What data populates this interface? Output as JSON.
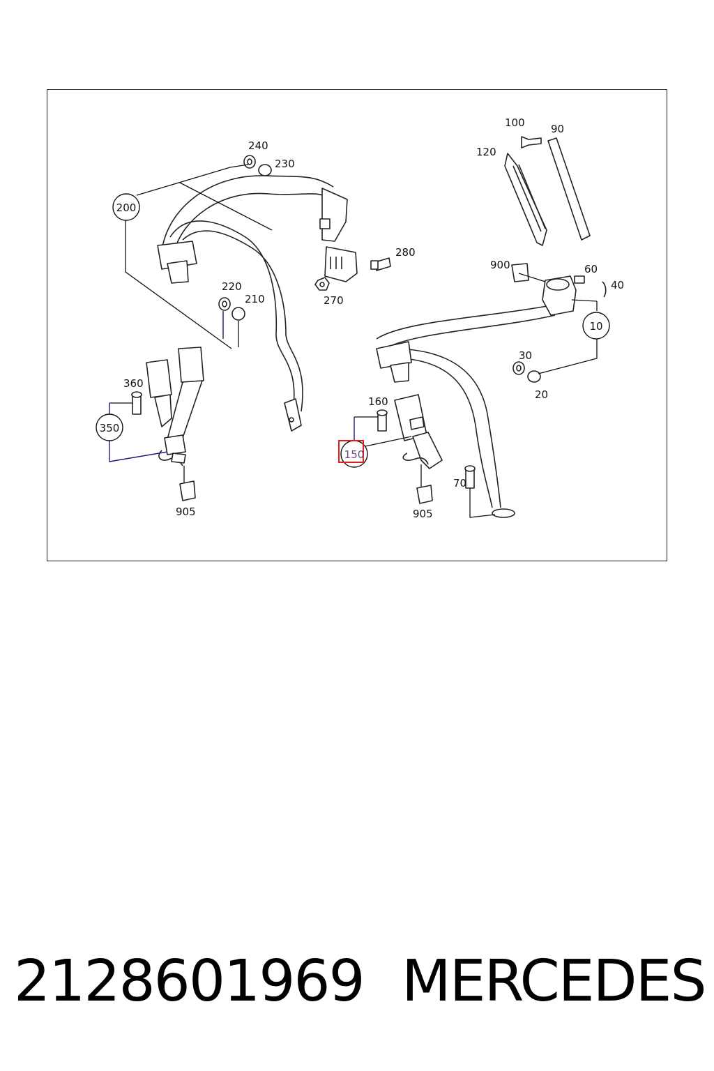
{
  "callouts": {
    "c240": "240",
    "c230": "230",
    "c200": "200",
    "c280": "280",
    "c270": "270",
    "c220": "220",
    "c210": "210",
    "c360": "360",
    "c350": "350",
    "c905a": "905",
    "c160": "160",
    "c150": "150",
    "c905b": "905",
    "c70": "70",
    "c100": "100",
    "c90": "90",
    "c120": "120",
    "c900": "900",
    "c60": "60",
    "c40": "40",
    "c10": "10",
    "c30": "30",
    "c20": "20"
  },
  "highlight": {
    "callout": "150",
    "color": "#e01e1e"
  },
  "footer": {
    "part_number": "2128601969",
    "brand": "MERCEDES"
  }
}
